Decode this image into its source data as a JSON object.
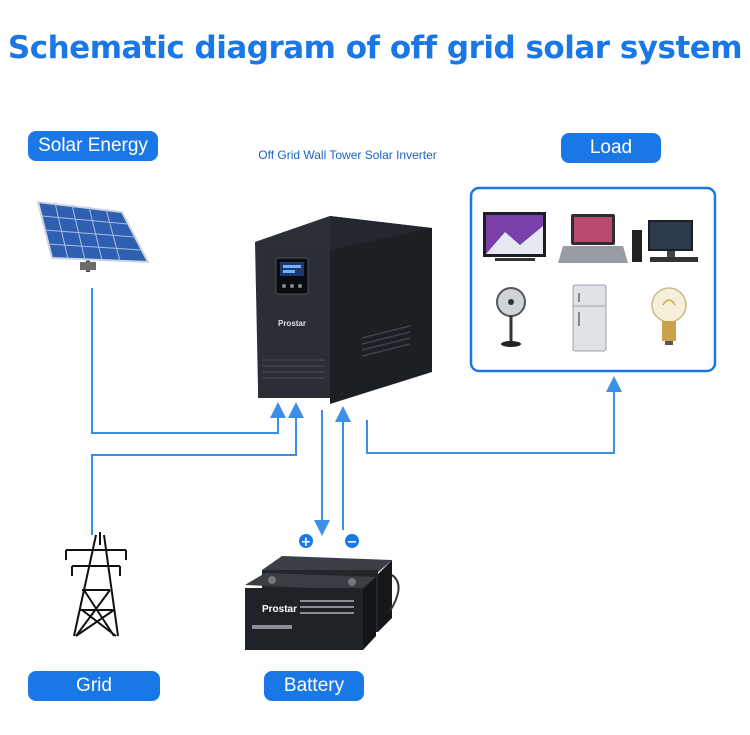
{
  "title": "Schematic diagram of off grid solar system",
  "subtitle": "Off Grid Wall Tower Solar Inverter",
  "labels": {
    "solar": "Solar Energy",
    "load": "Load",
    "grid": "Grid",
    "battery": "Battery"
  },
  "brand": "Prostar",
  "battery_polarity": {
    "positive": "+",
    "negative": "−"
  },
  "colors": {
    "accent": "#1a78e6",
    "flow": "#3d8fe6",
    "device": "#1f2329"
  },
  "icons": [
    "solar-panel-icon",
    "inverter-icon",
    "tv-icon",
    "laptop-icon",
    "desktop-icon",
    "fan-icon",
    "fridge-icon",
    "bulb-icon",
    "power-tower-icon",
    "battery-icon"
  ]
}
